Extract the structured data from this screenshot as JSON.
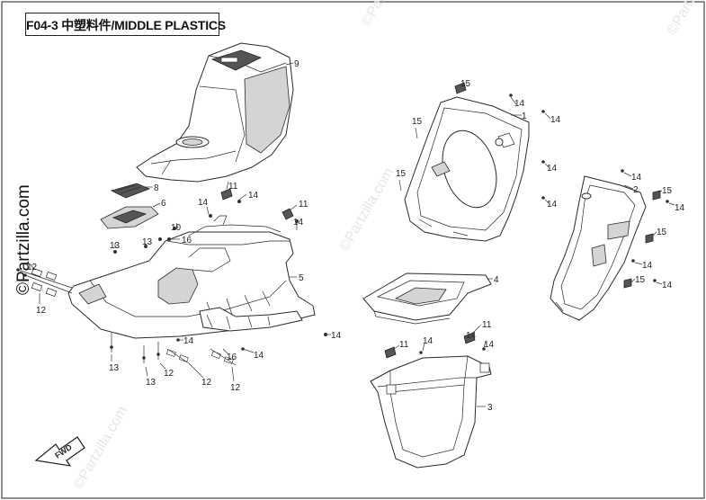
{
  "header": {
    "title": "F04-3 中塑料件/MIDDLE PLASTICS"
  },
  "watermark": {
    "side_text": "©Partzilla.com",
    "faint_text": "©Partzilla.com"
  },
  "fwd_badge": {
    "label": "FWD"
  },
  "callouts": {
    "c9": "9",
    "c8": "8",
    "c6": "6",
    "c10": "10",
    "c16a": "16",
    "c13a": "13",
    "c13b": "13",
    "c13c": "13",
    "c13d": "13",
    "c14a": "14",
    "c14b": "14",
    "c14c": "14",
    "c14d": "14",
    "c14e": "14",
    "c14f": "14",
    "c14g": "14",
    "c11a": "11",
    "c11b": "11",
    "c5": "5",
    "c12a": "12",
    "c12b": "12",
    "c12c": "12",
    "c12d": "12",
    "c16b": "16",
    "c1": "1",
    "c15a": "15",
    "c15b": "15",
    "c14h": "14",
    "c14i": "14",
    "c14j": "14",
    "c14k": "14",
    "c2": "2",
    "c15c": "15",
    "c15d": "15",
    "c15e": "15",
    "c14l": "14",
    "c14m": "14",
    "c14n": "14",
    "c14o": "14",
    "c4": "4",
    "c11c": "11",
    "c11d": "11",
    "c14p": "14",
    "c14q": "14",
    "c3": "3"
  }
}
